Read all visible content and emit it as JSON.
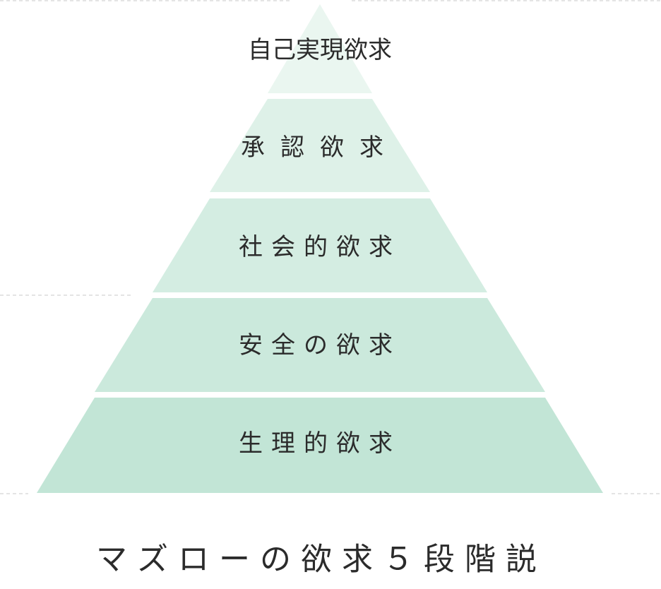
{
  "title": "マズローの欲求５段階説",
  "levels": [
    {
      "label": "自己実現欲求",
      "fill": "#eaf6f0"
    },
    {
      "label": "承認欲求",
      "fill": "#def1e8"
    },
    {
      "label": "社会的欲求",
      "fill": "#d4ede2"
    },
    {
      "label": "安全の欲求",
      "fill": "#cbe9dc"
    },
    {
      "label": "生理的欲求",
      "fill": "#c2e5d6"
    }
  ]
}
